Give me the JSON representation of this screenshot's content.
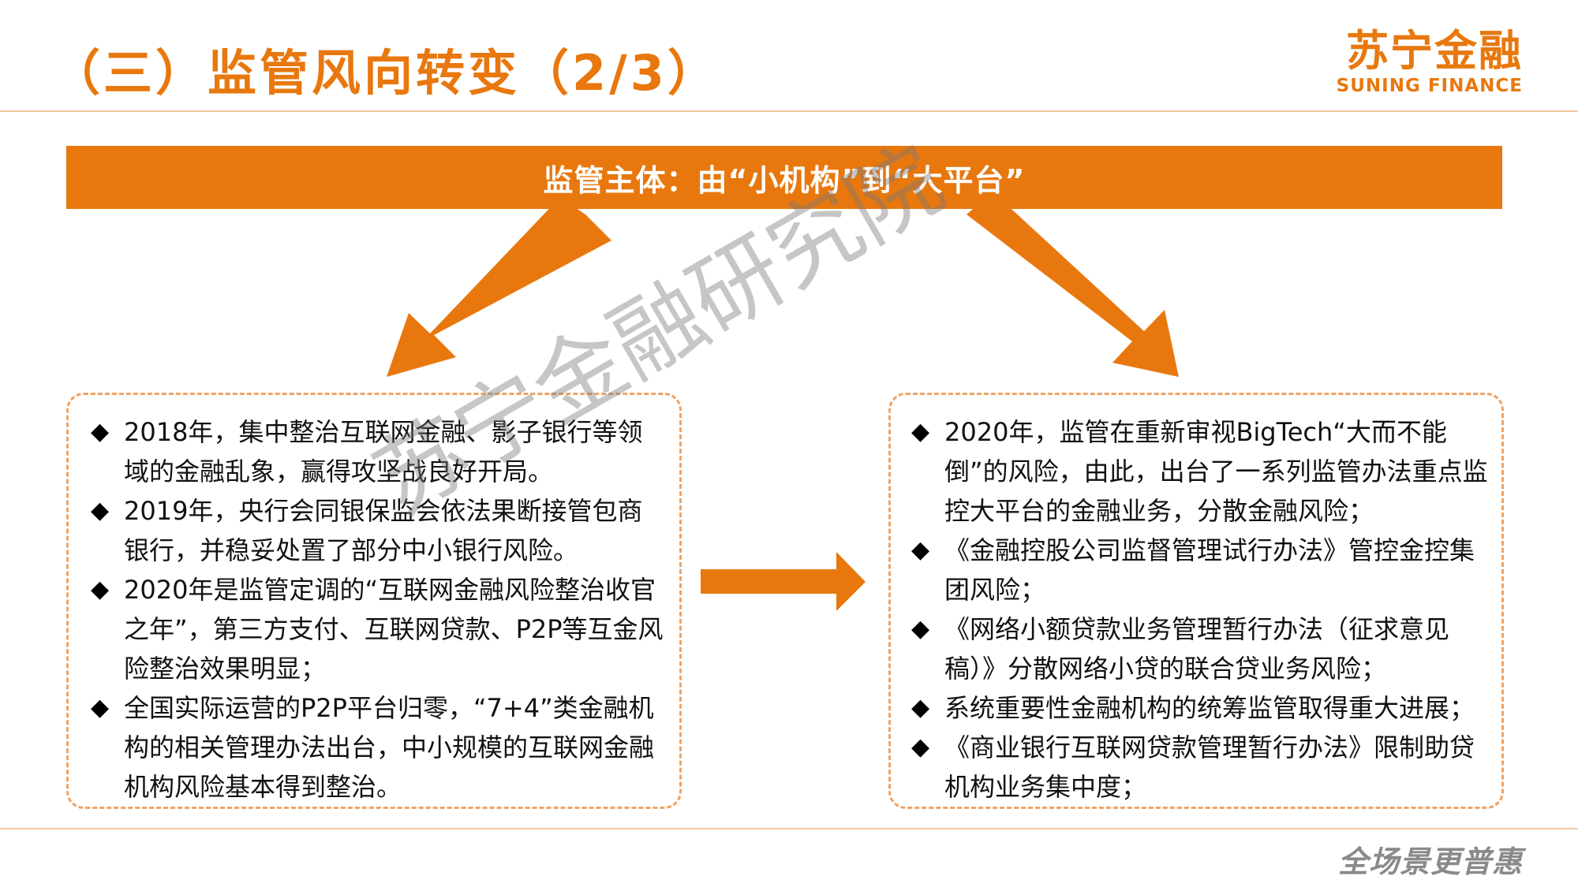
{
  "header": {
    "title": "（三）监管风向转变（2/3）",
    "logo_cn": "苏宁金融",
    "logo_en": "SUNING FINANCE"
  },
  "banner": {
    "text": "监管主体：由“小机构”到“大平台”"
  },
  "left_box": {
    "items": [
      "2018年，集中整治互联网金融、影子银行等领域的金融乱象，赢得攻坚战良好开局。",
      "2019年，央行会同银保监会依法果断接管包商银行，并稳妥处置了部分中小银行风险。",
      "2020年是监管定调的“互联网金融风险整治收官之年”，第三方支付、互联网贷款、P2P等互金风险整治效果明显；",
      "全国实际运营的P2P平台归零，“7+4”类金融机构的相关管理办法出台，中小规模的互联网金融机构风险基本得到整治。"
    ]
  },
  "right_box": {
    "items": [
      "2020年，监管在重新审视BigTech“大而不能倒”的风险，由此，出台了一系列监管办法重点监控大平台的金融业务，分散金融风险；",
      "《金融控股公司监督管理试行办法》管控金控集团风险；",
      "《网络小额贷款业务管理暂行办法（征求意见稿）》分散网络小贷的联合贷业务风险；",
      "系统重要性金融机构的统筹监管取得重大进展；",
      "《商业银行互联网贷款管理暂行办法》限制助贷机构业务集中度；"
    ]
  },
  "watermark": "苏宁金融研究院",
  "footer": {
    "slogan": "全场景更普惠"
  },
  "colors": {
    "accent": "#E8780E",
    "dashed_border": "#F0A364",
    "divider": "#F3C9A2"
  }
}
